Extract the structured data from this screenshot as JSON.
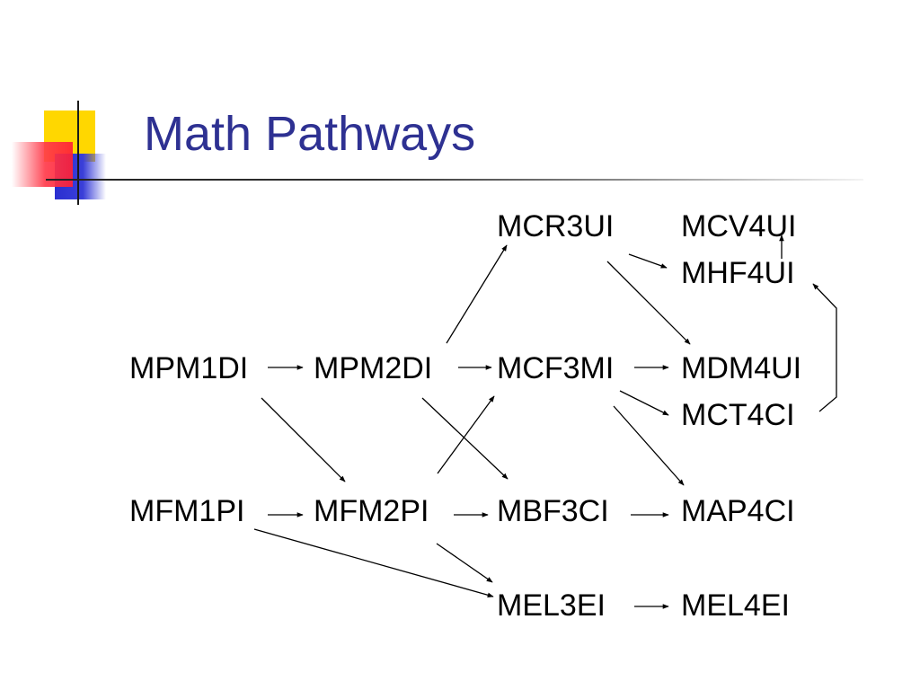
{
  "slide": {
    "title": "Math Pathways",
    "title_color": "#2e3192"
  },
  "courses": {
    "mcr3ui": "MCR3UI",
    "mcv4ui": "MCV4UI",
    "mhf4ui": "MHF4UI",
    "mpm1di": "MPM1DI",
    "mpm2di": "MPM2DI",
    "mcf3mi": "MCF3MI",
    "mdm4ui": "MDM4UI",
    "mct4ci": "MCT4CI",
    "mfm1pi": "MFM1PI",
    "mfm2pi": "MFM2PI",
    "mbf3ci": "MBF3CI",
    "map4ci": "MAP4CI",
    "mel3ei": "MEL3EI",
    "mel4ei": "MEL4EI"
  },
  "pathways": [
    {
      "from": "MPM1DI",
      "to": "MPM2DI"
    },
    {
      "from": "MPM2DI",
      "to": "MCF3MI"
    },
    {
      "from": "MCF3MI",
      "to": "MDM4UI"
    },
    {
      "from": "MFM1PI",
      "to": "MFM2PI"
    },
    {
      "from": "MFM2PI",
      "to": "MBF3CI"
    },
    {
      "from": "MBF3CI",
      "to": "MAP4CI"
    },
    {
      "from": "MEL3EI",
      "to": "MEL4EI"
    },
    {
      "from": "MPM2DI",
      "to": "MCR3UI"
    },
    {
      "from": "MCR3UI",
      "to": "MHF4UI"
    },
    {
      "from": "MCR3UI",
      "to": "MDM4UI"
    },
    {
      "from": "MHF4UI",
      "to": "MCV4UI"
    },
    {
      "from": "MCT4CI",
      "to": "MHF4UI"
    },
    {
      "from": "MCF3MI",
      "to": "MCT4CI"
    },
    {
      "from": "MCF3MI",
      "to": "MAP4CI"
    },
    {
      "from": "MPM1DI",
      "to": "MFM2PI"
    },
    {
      "from": "MPM2DI",
      "to": "MBF3CI"
    },
    {
      "from": "MFM2PI",
      "to": "MCF3MI"
    },
    {
      "from": "MFM2PI",
      "to": "MEL3EI"
    },
    {
      "from": "MFM1PI",
      "to": "MEL3EI"
    }
  ]
}
